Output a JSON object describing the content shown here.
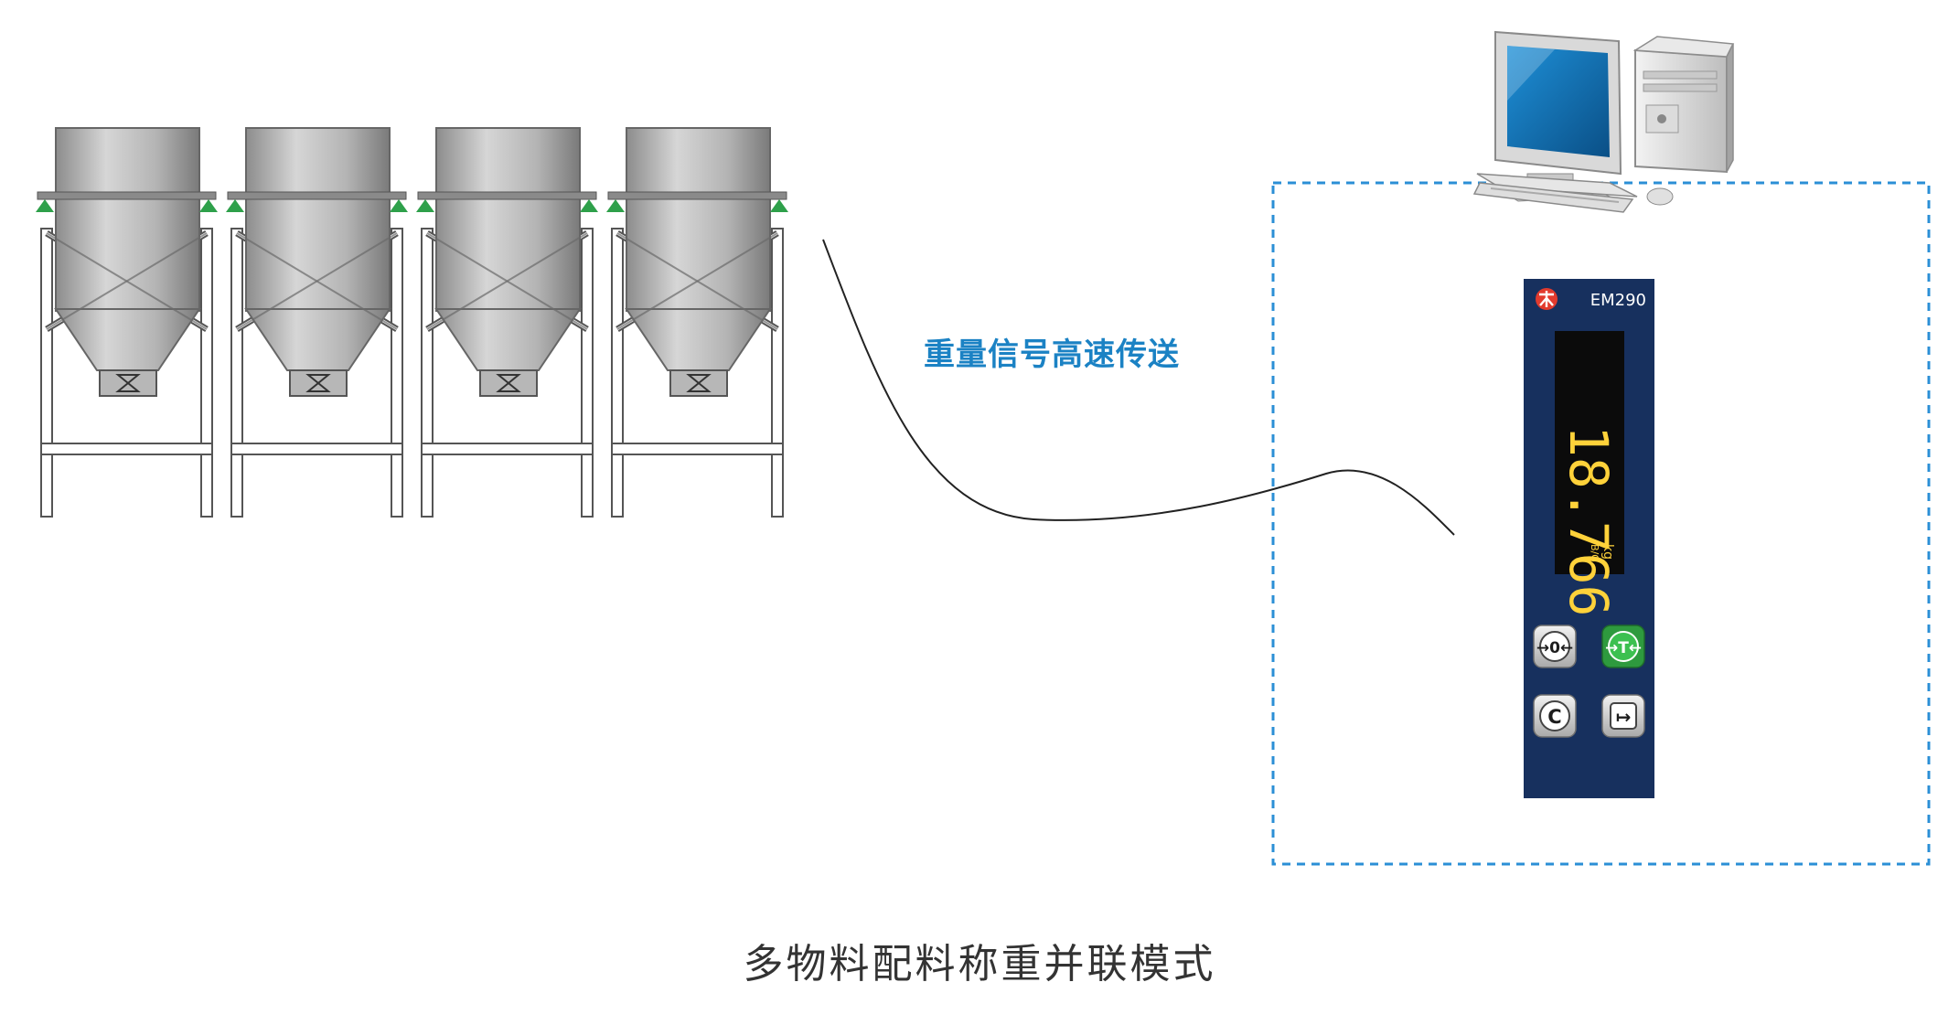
{
  "signal_label": "重量信号高速传送",
  "caption": "多物料配料称重并联模式",
  "indicator": {
    "model": "EM290",
    "reading": "18.766",
    "unit": "kg",
    "mode": "B/G",
    "buttons": [
      {
        "name": "zero-button",
        "icon": "zero-arrows-icon",
        "glyph": "→0←"
      },
      {
        "name": "tare-button",
        "icon": "tare-arrows-icon",
        "glyph": "→T←"
      },
      {
        "name": "clear-button",
        "icon": "clear-c-icon",
        "glyph": "C"
      },
      {
        "name": "enter-button",
        "icon": "enter-exit-icon",
        "glyph": "↦"
      }
    ]
  },
  "colors": {
    "signal_text": "#1b82c4",
    "panel": "#17305e",
    "display_digits": "#ffd23a",
    "dashed_border": "#2b8fd6",
    "load_cell": "#2ea04a",
    "tare_button": "#2e9a3e"
  },
  "silo_count": 4
}
